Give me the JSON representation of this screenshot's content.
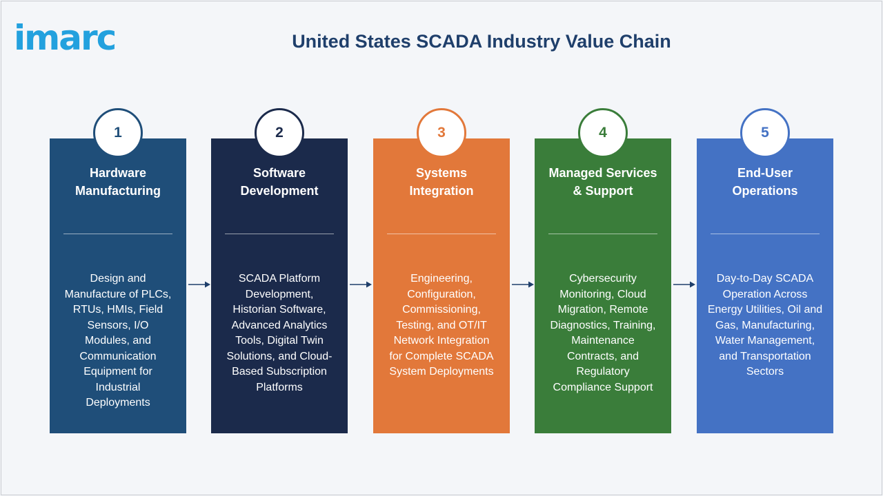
{
  "header": {
    "logo": "imarc",
    "title": "United States SCADA Industry Value Chain"
  },
  "stages": [
    {
      "number": "1",
      "color": "#1f4e79",
      "title_lines": [
        "Hardware",
        "Manufacturing"
      ],
      "body_lines": [
        "Design and",
        "Manufacture of PLCs,",
        "RTUs, HMIs, Field",
        "Sensors, I/O",
        "Modules, and",
        "Communication",
        "Equipment for",
        "Industrial",
        "Deployments"
      ]
    },
    {
      "number": "2",
      "color": "#1b2a4b",
      "title_lines": [
        "Software",
        "Development"
      ],
      "body_lines": [
        "SCADA Platform",
        "Development,",
        "Historian Software,",
        "Advanced Analytics",
        "Tools, Digital Twin",
        "Solutions, and Cloud-",
        "Based Subscription",
        "Platforms"
      ]
    },
    {
      "number": "3",
      "color": "#e2783a",
      "title_lines": [
        "Systems",
        "Integration"
      ],
      "body_lines": [
        "Engineering,",
        "Configuration,",
        "Commissioning,",
        "Testing, and OT/IT",
        "Network Integration",
        "for Complete SCADA",
        "System Deployments"
      ]
    },
    {
      "number": "4",
      "color": "#3a7d3a",
      "title_lines": [
        "Managed Services",
        "& Support"
      ],
      "body_lines": [
        "Cybersecurity",
        "Monitoring, Cloud",
        "Migration, Remote",
        "Diagnostics, Training,",
        "Maintenance",
        "Contracts, and",
        "Regulatory",
        "Compliance Support"
      ]
    },
    {
      "number": "5",
      "color": "#4472c4",
      "title_lines": [
        "End-User",
        "Operations"
      ],
      "body_lines": [
        "Day-to-Day SCADA",
        "Operation Across",
        "Energy Utilities, Oil and",
        "Gas, Manufacturing,",
        "Water Management,",
        "and Transportation",
        "Sectors"
      ]
    }
  ],
  "arrow_color": "#1f3f6b"
}
